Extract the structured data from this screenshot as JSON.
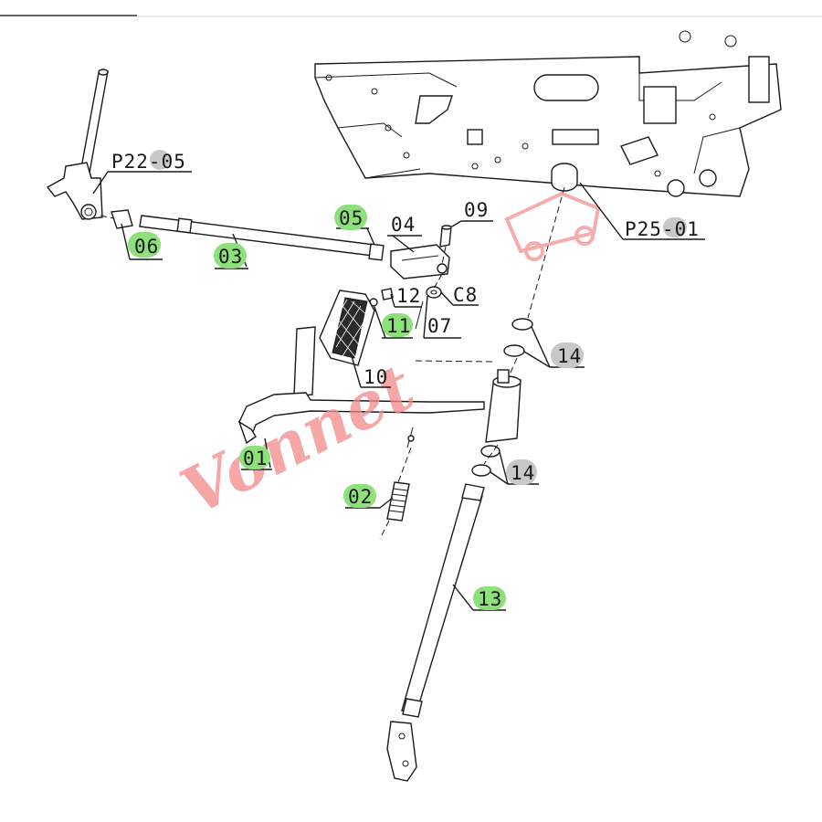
{
  "labels": {
    "p22_05": "P22-05",
    "p25_01": "P25-01",
    "l01": "01",
    "l02": "02",
    "l03": "03",
    "l04": "04",
    "l05": "05",
    "l06": "06",
    "l07": "07",
    "l08": "C8",
    "l09": "09",
    "l10": "10",
    "l11": "11",
    "l12": "12",
    "l13": "13",
    "l14a": "14",
    "l14b": "14"
  },
  "colors": {
    "green_highlight": "#8ee07a",
    "gray_highlight": "#c8c8c8",
    "watermark": "#f28a8a"
  },
  "watermark": {
    "text": "Vonnet"
  }
}
